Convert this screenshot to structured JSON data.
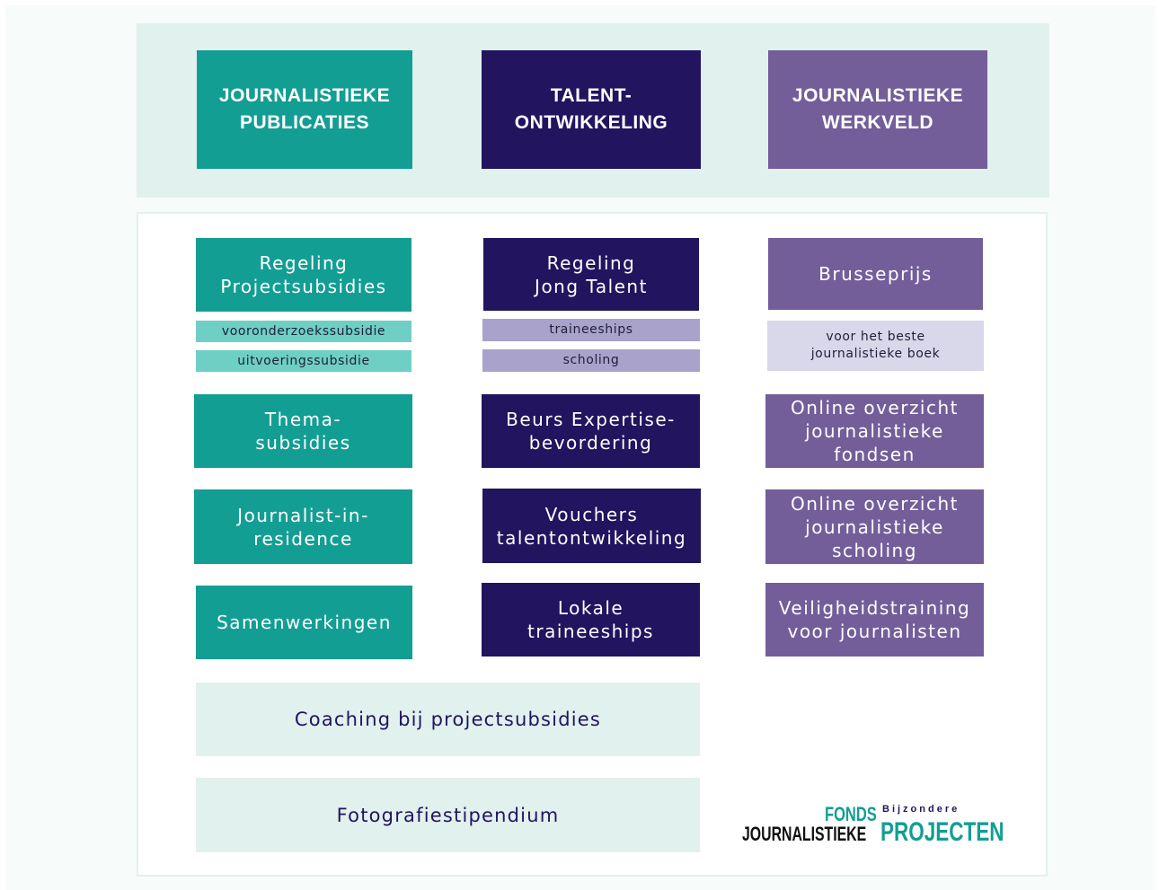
{
  "headers": [
    {
      "label": "JOURNALISTIEKE\nPUBLICATIES"
    },
    {
      "label": "TALENT-\nONTWIKKELING"
    },
    {
      "label": "JOURNALISTIEKE\nWERKVELD"
    }
  ],
  "col1": {
    "projectsubsidies": "Regeling\nProjectsubsidies",
    "sub1": "vooronderzoekssubsidie",
    "sub2": "uitvoeringssubsidie",
    "thema": "Thema-\nsubsidies",
    "residence": "Journalist-in-\nresidence",
    "samenwerkingen": "Samenwerkingen"
  },
  "col2": {
    "jong_talent": "Regeling\nJong Talent",
    "sub1": "traineeships",
    "sub2": "scholing",
    "beurs": "Beurs Expertise-\nbevordering",
    "vouchers": "Vouchers\ntalentontwikkeling",
    "lokale": "Lokale\ntraineeships"
  },
  "col3": {
    "brusseprijs": "Brusseprijs",
    "brusse_sub": "voor het beste\njournalistieke boek",
    "fondsen": "Online overzicht\njournalistieke\nfondsen",
    "scholing": "Online overzicht\njournalistieke\nscholing",
    "veiligheid": "Veiligheidstraining\nvoor journalisten"
  },
  "wide": {
    "coaching": "Coaching bij projectsubsidies",
    "foto": "Fotografiestipendium"
  },
  "logo": {
    "fonds": "FONDS",
    "bijzondere": "Bijzondere",
    "journalistieke": "JOURNALISTIEKE",
    "projecten": "PROJECTEN"
  },
  "colors": {
    "teal": "#139e94",
    "navy": "#22145f",
    "purple": "#735e9a",
    "light_teal": "#e1f1ee"
  }
}
